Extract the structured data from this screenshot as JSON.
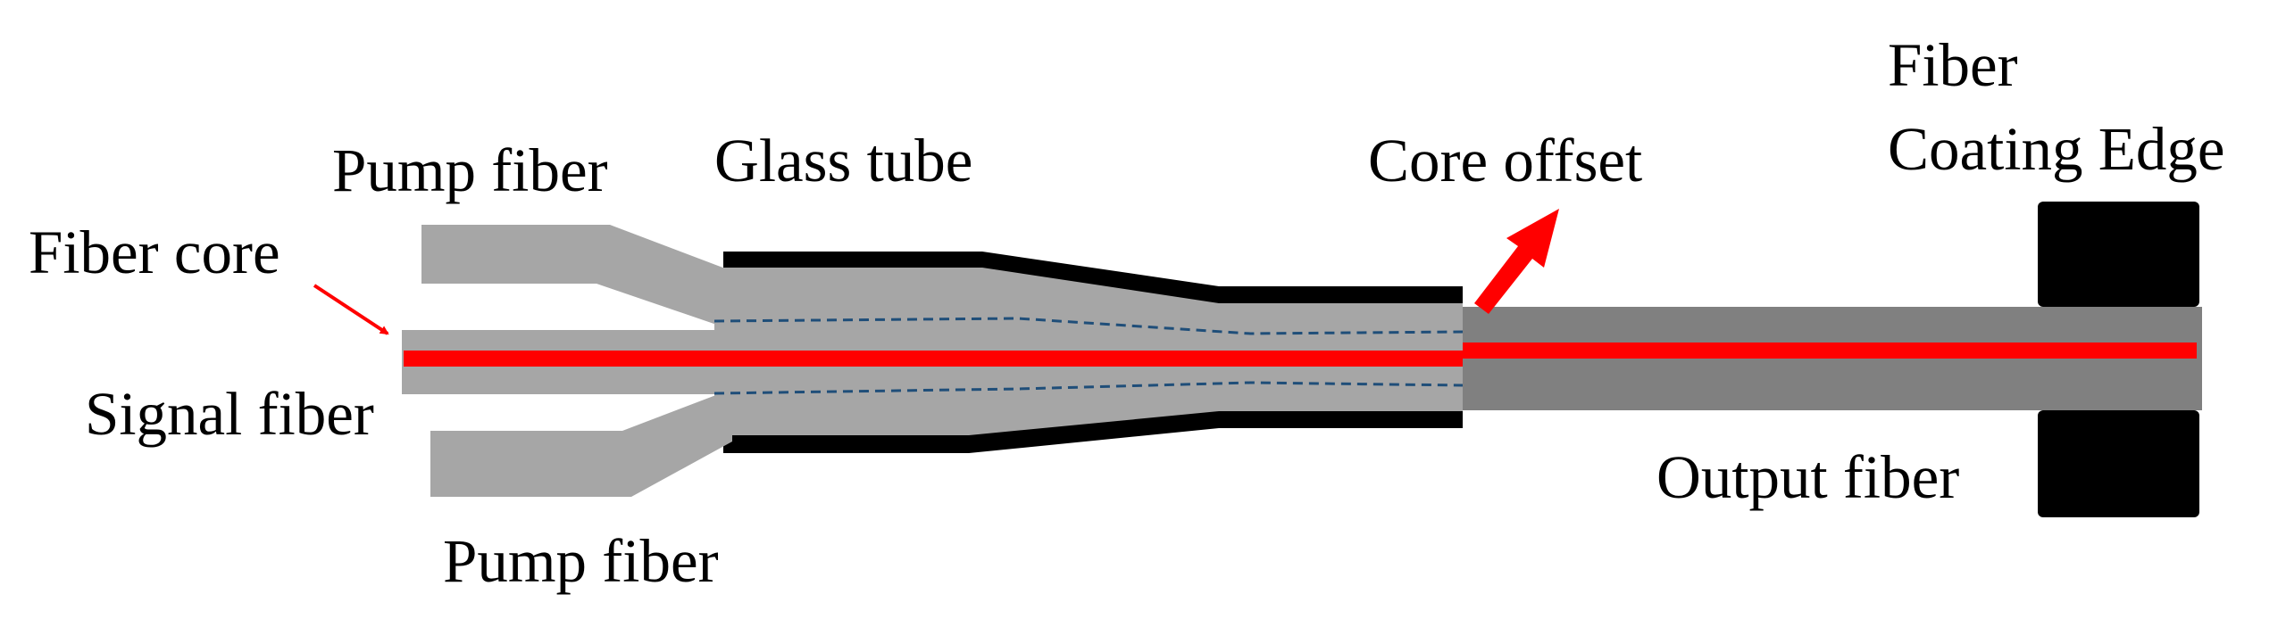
{
  "labels": {
    "pump_fiber_top": "Pump fiber",
    "glass_tube": "Glass tube",
    "core_offset": "Core offset",
    "fiber_coating_edge_line1": "Fiber",
    "fiber_coating_edge_line2": "Coating Edge",
    "fiber_core": "Fiber core",
    "signal_fiber": "Signal fiber",
    "output_fiber": "Output fiber",
    "pump_fiber_bottom": "Pump fiber"
  },
  "colors": {
    "background": "#ffffff",
    "fiber_light": "#a6a6a6",
    "fiber_dark": "#808080",
    "core": "#ff0000",
    "tube": "#000000",
    "coating": "#000000",
    "dash": "#1f4e79",
    "arrow": "#ff0000",
    "text": "#000000"
  }
}
